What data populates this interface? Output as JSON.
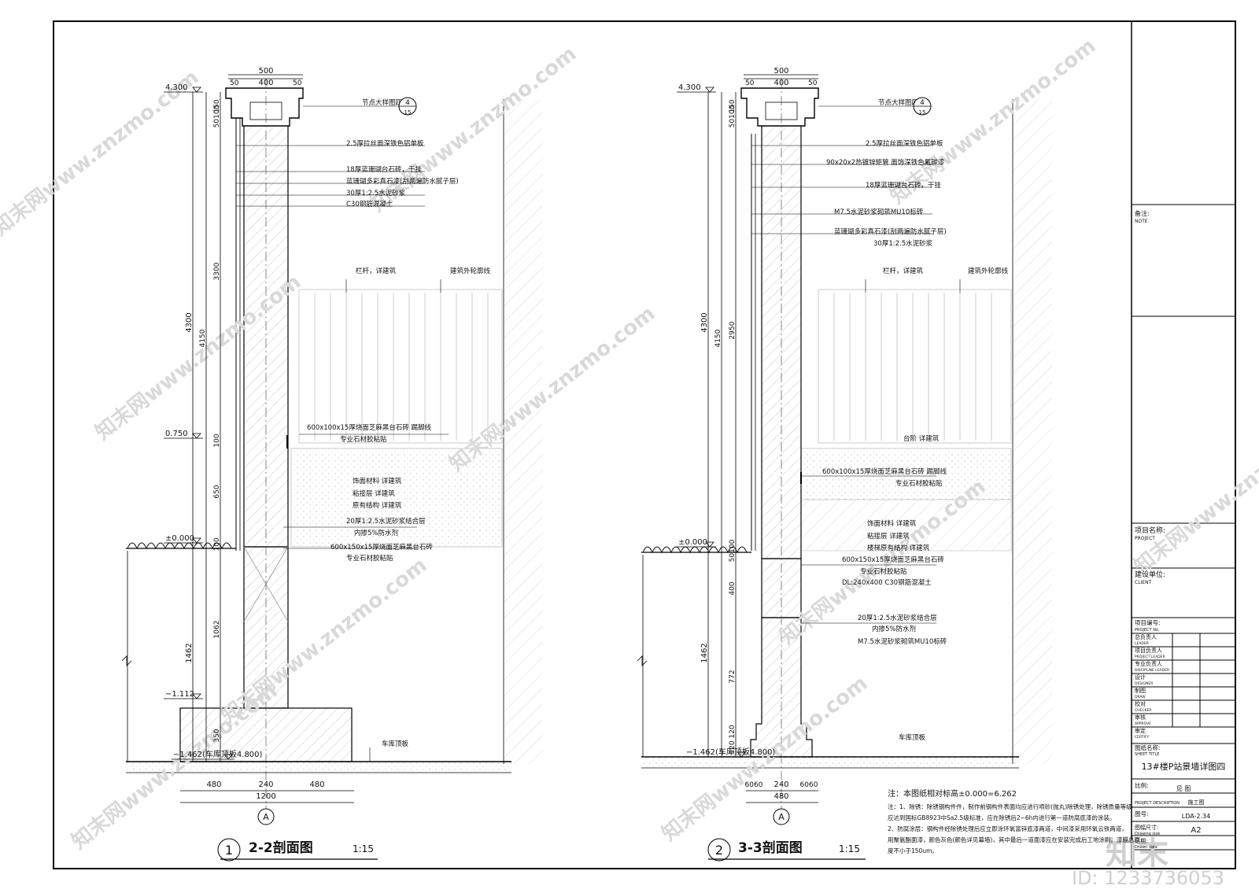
{
  "drawing": {
    "left": {
      "title": "2-2剖面图",
      "index": "1",
      "scale": "1:15",
      "axis": "A",
      "elev": {
        "top": "4.300",
        "mid": "0.750",
        "zero": "±0.000",
        "low": "−1.112",
        "base": "−1.462(车库顶板4.800)"
      },
      "dims_top": {
        "total": "500",
        "a": "50",
        "b": "400",
        "c": "50"
      },
      "dims_left_outer": [
        "4300",
        "1462"
      ],
      "dims_left_inner": [
        "150",
        "50100",
        "3300",
        "100",
        "650",
        "100",
        "1062",
        "350",
        "4150"
      ],
      "dims_bottom": {
        "a": "480",
        "b": "240",
        "c": "480",
        "total": "1200"
      },
      "labels": [
        "节点大样图四",
        "2.5厚拉丝面深铁色铝单板",
        "18厚蓝珊瑚台石砖，干挂",
        "蓝珊瑚多彩真石漆(刮两遍防水腻子层)",
        "30厚1:2.5水泥砂浆",
        "C30钢筋混凝土",
        "栏杆，详建筑",
        "建筑外轮廓线",
        "600x100x15厚烧面芝麻黑台石砖 踢脚线",
        "专业石材胶粘贴",
        "饰面材料 详建筑",
        "粘接层 详建筑",
        "原有结构 详建筑",
        "20厚1:2.5水泥砂浆结合层",
        "内掺5%防水剂",
        "600x150x15厚烧面芝麻黑台石砖",
        "专业石材胶粘贴",
        "车库顶板"
      ],
      "node_ref": {
        "num": "4",
        "sheet": "15"
      }
    },
    "right": {
      "title": "3-3剖面图",
      "index": "2",
      "scale": "1:15",
      "axis": "A",
      "elev": {
        "top": "4.300",
        "zero": "±0.000",
        "base": "−1.462(车库顶板4.800)"
      },
      "dims_top": {
        "total": "500",
        "a": "50",
        "b": "400",
        "c": "50"
      },
      "dims_left_outer": [
        "4300",
        "1462"
      ],
      "dims_left_inner": [
        "150",
        "50100",
        "2950",
        "4150",
        "50100",
        "400",
        "772",
        "120",
        "120"
      ],
      "dims_bottom": {
        "a": "6060",
        "b": "240",
        "c": "6060",
        "total": "480"
      },
      "labels": [
        "节点大样图四",
        "2.5厚拉丝面深铁色铝单板",
        "90x20x2热镀锌矩管 面饰深铁色氟碳漆",
        "18厚蓝珊瑚台石砖，干挂",
        "M7.5水泥砂浆砌筑MU10标砖",
        "蓝珊瑚多彩真石漆(刮两遍防水腻子层)",
        "30厚1:2.5水泥砂浆",
        "栏杆，详建筑",
        "建筑外轮廓线",
        "台阶 详建筑",
        "600x100x15厚烧面芝麻黑台石砖 踢脚线",
        "专业石材胶粘贴",
        "饰面材料 详建筑",
        "粘接层 详建筑",
        "楼梯原有结构 详建筑",
        "600x150x15厚烧面芝麻黑台石砖",
        "专业石材胶粘贴",
        "DL:240x400 C30钢筋混凝土",
        "20厚1:2.5水泥砂浆结合层",
        "内掺5%防水剂",
        "M7.5水泥砂浆砌筑MU10标砖",
        "车库顶板"
      ],
      "node_ref": {
        "num": "4",
        "sheet": "15"
      }
    },
    "notes": {
      "head": "注：本图纸相对标高±0.000=6.262",
      "lines": [
        "注：1、除锈：除锈钢构件件，制作前钢构件表面均应进行喷砂(抛丸)除锈处理，除锈质量等级",
        "应达到国标GB8923中Sa2.5级标准，应在除锈后2~6h内进行第一道防腐底漆的涂装。",
        "2、防腐涂层：钢构件经除锈处理后应立即涂环氧富锌底漆两道，中间漆采用环氧云铁两道，",
        "用聚氨酯面漆，颜色灰色(颜色详见幕墙)，其中最后一道面漆应在安装完成后工地涂刷。漆膜总厚",
        "度不小于150um。"
      ]
    }
  },
  "title_block": {
    "note_label": "备注:",
    "note_en": "NOTE",
    "project_label": "项目名称:",
    "project_en": "PROJECT",
    "client_label": "建设单位:",
    "client_en": "CLIENT",
    "project_no_label": "项目编号:",
    "project_no_en": "PROJECT No.",
    "roles": [
      {
        "cn": "总负责人",
        "en": "LEADER"
      },
      {
        "cn": "项目负责人",
        "en": "PROJECT LEADER"
      },
      {
        "cn": "专业负责人",
        "en": "DISCIPLINE LEADER"
      },
      {
        "cn": "设计",
        "en": "DESIGNER"
      },
      {
        "cn": "制图",
        "en": "DRAW"
      },
      {
        "cn": "校对",
        "en": "CHECKER"
      },
      {
        "cn": "审核",
        "en": "APPROVE"
      },
      {
        "cn": "审定",
        "en": "CERTIFY"
      }
    ],
    "sheet_title_label": "图纸名称:",
    "sheet_title_en": "SHEET TITLE",
    "sheet_title": "13#楼P站景墙详图四",
    "scale_label": "比例:",
    "scale_value": "见 图",
    "desc_label": "PROJECT DESCRIPTION",
    "desc_value": "施工图",
    "no_label": "图号:",
    "no_value": "LDA-2.34",
    "size_label": "图幅尺寸:",
    "size_en": "Drawing size",
    "size_value": "A2",
    "date_label": "日期:",
    "date_en": "Drawn date"
  },
  "watermark": {
    "text": "知末网www.znzmo.com",
    "logo": "知末",
    "id": "ID: 1233736053"
  }
}
